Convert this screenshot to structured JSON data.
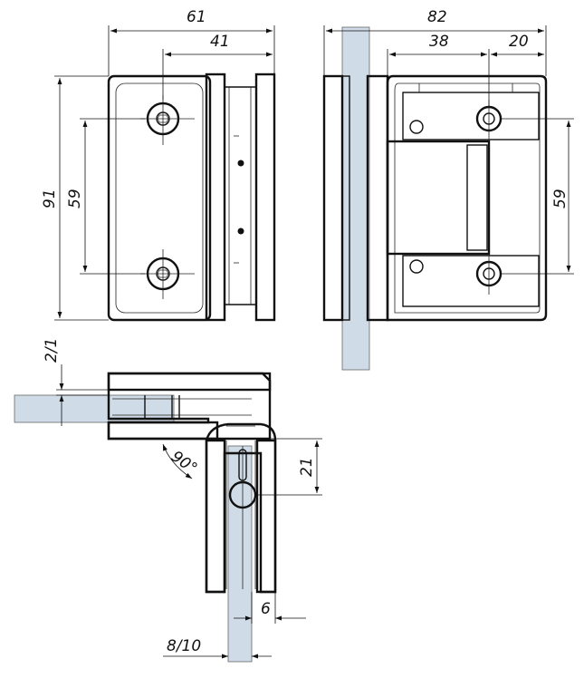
{
  "dimensions": {
    "front_width": "61",
    "front_hole_offset": "41",
    "front_height": "91",
    "front_hole_spacing": "59",
    "side_width": "82",
    "side_body": "38",
    "side_hole_offset": "20",
    "side_hole_spacing": "59",
    "plan_gap": "2/1",
    "plan_angle": "90°",
    "plan_depth": "21",
    "plan_clearance": "6",
    "plan_glass_thickness": "8/10"
  }
}
